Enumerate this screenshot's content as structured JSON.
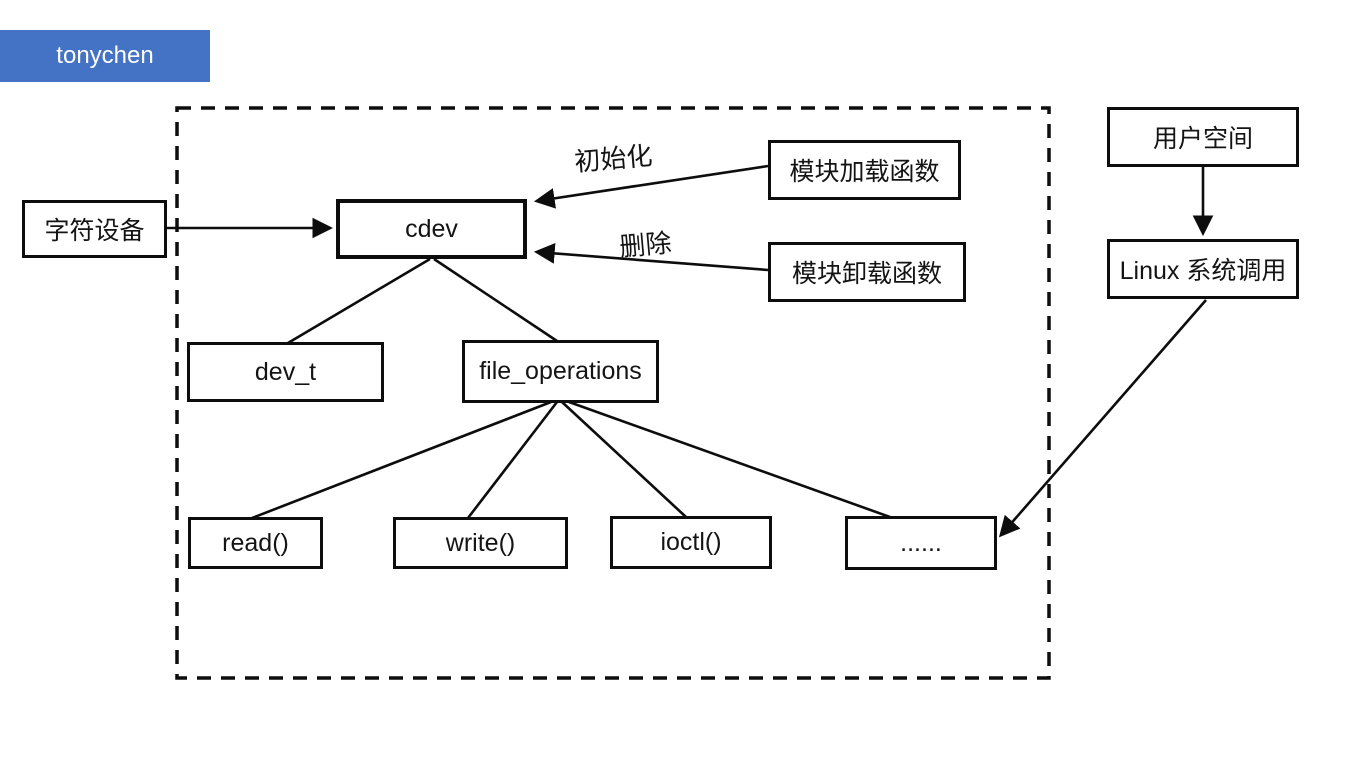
{
  "banner": {
    "label": "tonychen",
    "background": "#4472C4",
    "text_color": "#ffffff"
  },
  "diagram": {
    "nodes": {
      "char_device": {
        "label": "字符设备"
      },
      "cdev": {
        "label": "cdev"
      },
      "module_load": {
        "label": "模块加载函数"
      },
      "module_unload": {
        "label": "模块卸载函数"
      },
      "dev_t": {
        "label": "dev_t"
      },
      "file_operations": {
        "label": "file_operations"
      },
      "read": {
        "label": "read()"
      },
      "write": {
        "label": "write()"
      },
      "ioctl": {
        "label": "ioctl()"
      },
      "ellipsis": {
        "label": "......"
      },
      "user_space": {
        "label": "用户空间"
      },
      "linux_syscall": {
        "label": "Linux 系统调用"
      }
    },
    "edge_labels": {
      "init": "初始化",
      "delete": "删除"
    },
    "edges": [
      {
        "from": "char_device",
        "to": "cdev",
        "arrow": true,
        "label": ""
      },
      {
        "from": "module_load",
        "to": "cdev",
        "arrow": true,
        "label": "初始化"
      },
      {
        "from": "module_unload",
        "to": "cdev",
        "arrow": true,
        "label": "删除"
      },
      {
        "from": "cdev",
        "to": "dev_t",
        "arrow": false,
        "label": ""
      },
      {
        "from": "cdev",
        "to": "file_operations",
        "arrow": false,
        "label": ""
      },
      {
        "from": "file_operations",
        "to": "read",
        "arrow": false,
        "label": ""
      },
      {
        "from": "file_operations",
        "to": "write",
        "arrow": false,
        "label": ""
      },
      {
        "from": "file_operations",
        "to": "ioctl",
        "arrow": false,
        "label": ""
      },
      {
        "from": "file_operations",
        "to": "ellipsis",
        "arrow": false,
        "label": ""
      },
      {
        "from": "user_space",
        "to": "linux_syscall",
        "arrow": true,
        "label": ""
      },
      {
        "from": "linux_syscall",
        "to": "ellipsis",
        "arrow": true,
        "label": ""
      }
    ],
    "colors": {
      "line": "#0d0d0d",
      "box_border": "#0d0d0d",
      "background": "#ffffff"
    }
  }
}
